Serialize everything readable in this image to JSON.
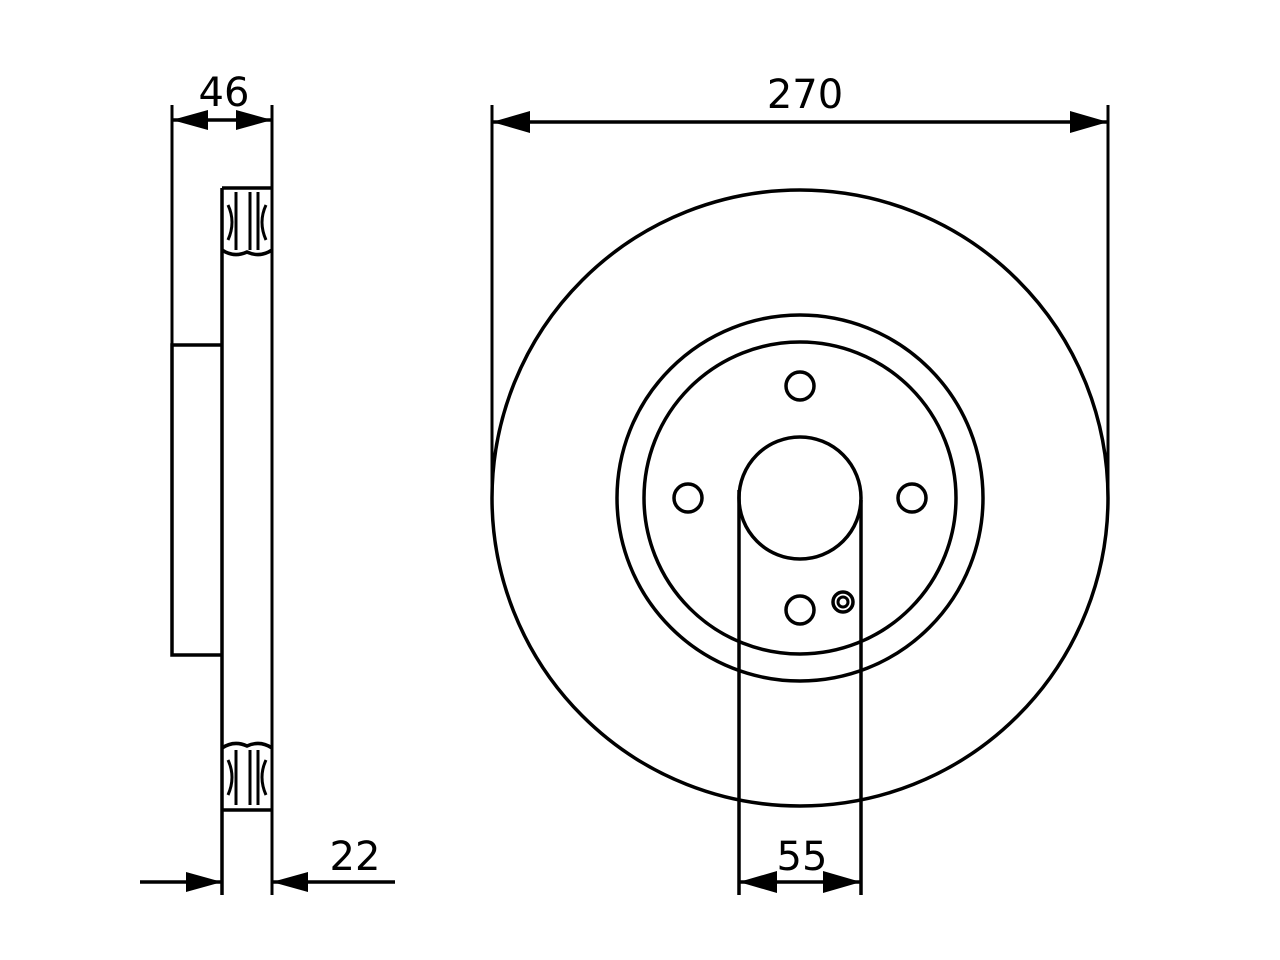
{
  "dimensions": {
    "overall_width": "46",
    "disc_thickness": "22",
    "outer_diameter": "270",
    "center_bore": "55"
  },
  "colors": {
    "line": "#000000",
    "background": "#ffffff"
  }
}
